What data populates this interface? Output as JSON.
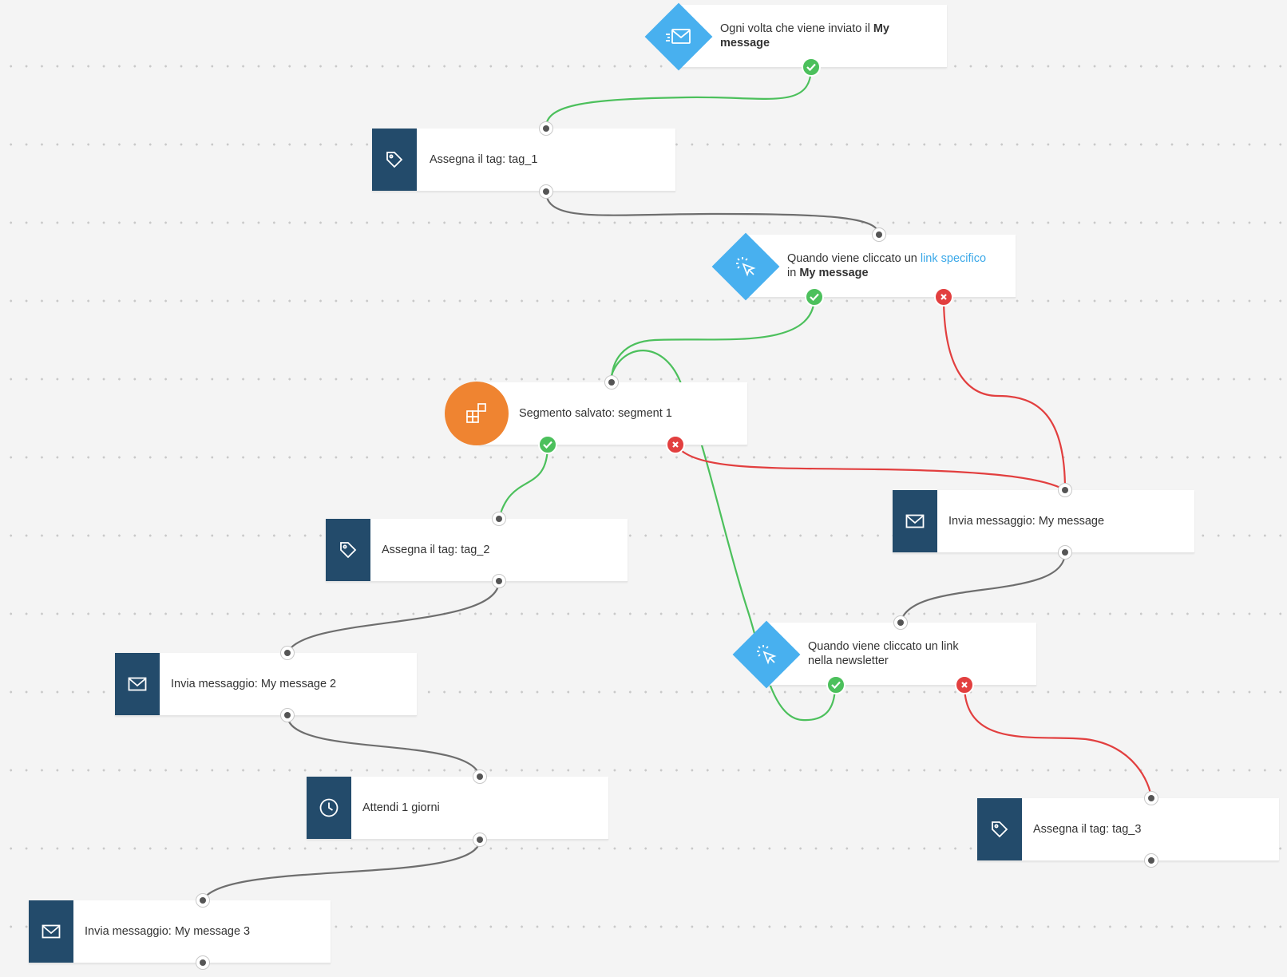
{
  "canvas": {
    "colors": {
      "background": "#f4f4f4",
      "action": "#234b6b",
      "condition": "#48b0ef",
      "filter": "#ef8431",
      "yes": "#4cc05c",
      "no": "#e23f3f",
      "link": "#3aa8e8"
    }
  },
  "nodes": {
    "trigger_message_sent": {
      "text": "Ogni volta che viene inviato il ",
      "bold": "My message",
      "icon": "envelope-send-icon"
    },
    "assign_tag_1": {
      "text": "Assegna il tag: tag_1",
      "icon": "tag-icon"
    },
    "link_clicked": {
      "text": "Quando viene cliccato un ",
      "link": "link specifico",
      "text2": "in ",
      "bold": "My message",
      "icon": "cursor-click-icon"
    },
    "saved_segment": {
      "text": "Segmento salvato: segment 1",
      "icon": "segment-icon"
    },
    "send_my_message": {
      "text": "Invia messaggio: My message",
      "icon": "envelope-icon"
    },
    "assign_tag_2": {
      "text": "Assegna il tag: tag_2",
      "icon": "tag-icon"
    },
    "newsletter_link_clicked": {
      "text": "Quando viene cliccato un link",
      "text2": "nella newsletter",
      "icon": "cursor-click-icon"
    },
    "send_my_message_2": {
      "text": "Invia messaggio: My message 2",
      "icon": "envelope-icon"
    },
    "wait_days": {
      "text": "Attendi 1 giorni",
      "icon": "clock-icon"
    },
    "assign_tag_3": {
      "text": "Assegna il tag: tag_3",
      "icon": "tag-icon"
    },
    "send_my_message_3": {
      "text": "Invia messaggio: My message 3",
      "icon": "envelope-icon"
    }
  }
}
